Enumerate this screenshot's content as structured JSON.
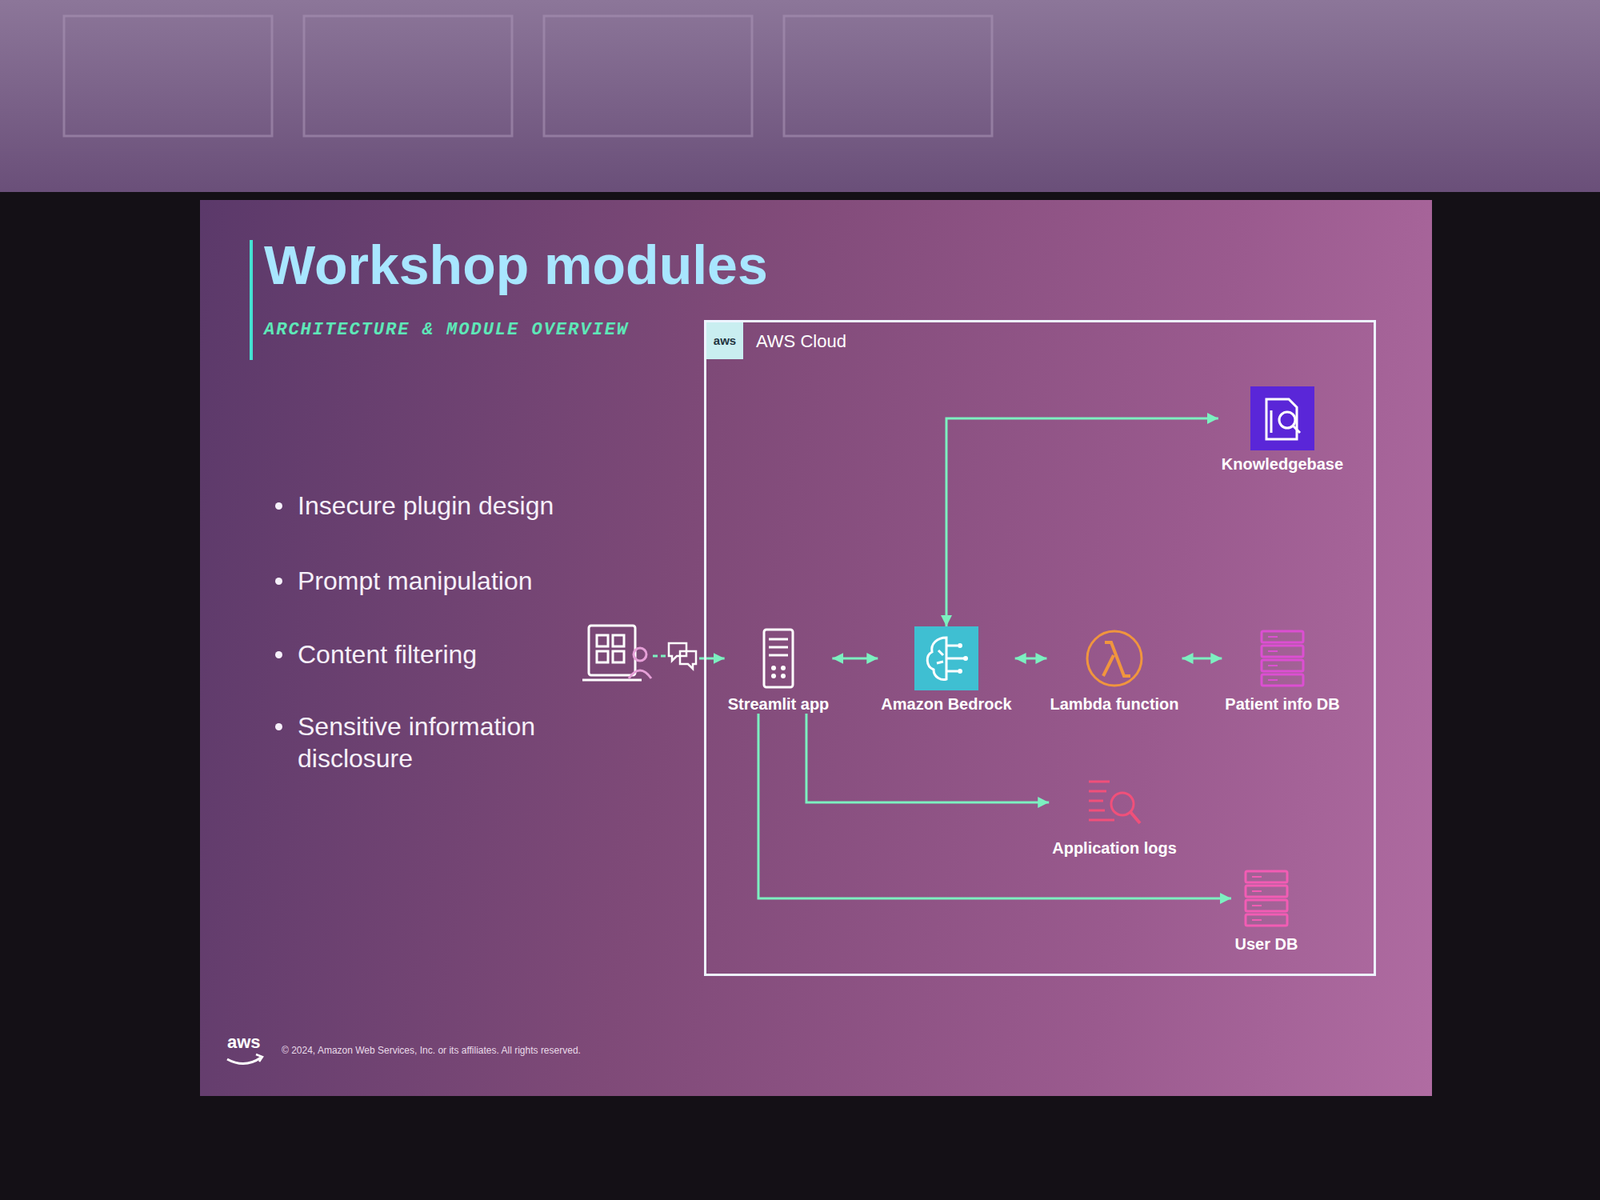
{
  "diagram": {
    "title": "Workshop modules",
    "nodes": [
      {
        "text": [
          "AWS Cloud"
        ]
      },
      {
        "text": [
          "Knowledgebase"
        ],
        "in": 0
      },
      {
        "text": [
          "Streamlit app"
        ],
        "in": 0
      },
      {
        "text": [
          "Amazon Bedrock"
        ],
        "in": 0
      },
      {
        "text": [
          "Lambda function"
        ],
        "in": 0
      },
      {
        "text": [
          "Patient info DB"
        ],
        "in": 0
      },
      {
        "text": [
          "Application logs"
        ],
        "in": 0
      },
      {
        "text": [
          "User DB"
        ],
        "in": 0
      }
    ],
    "edges": [
      {
        "from": 2,
        "to": 3,
        "arrow": "both"
      },
      {
        "from": 3,
        "to": 4,
        "arrow": "both"
      },
      {
        "from": 4,
        "to": 5,
        "arrow": "both"
      },
      {
        "from": 3,
        "to": 1,
        "arrow": "both"
      },
      {
        "from": 2,
        "to": 6,
        "arrow": "to"
      },
      {
        "from": 2,
        "to": 7,
        "arrow": "to"
      }
    ],
    "labels": [
      "ARCHITECTURE & MODULE OVERVIEW",
      "Insecure plugin design",
      "Prompt manipulation",
      "Content filtering",
      "Sensitive information disclosure",
      "aws",
      "aws",
      "© 2024, Amazon Web Services, Inc. or its affiliates. All rights reserved."
    ]
  }
}
